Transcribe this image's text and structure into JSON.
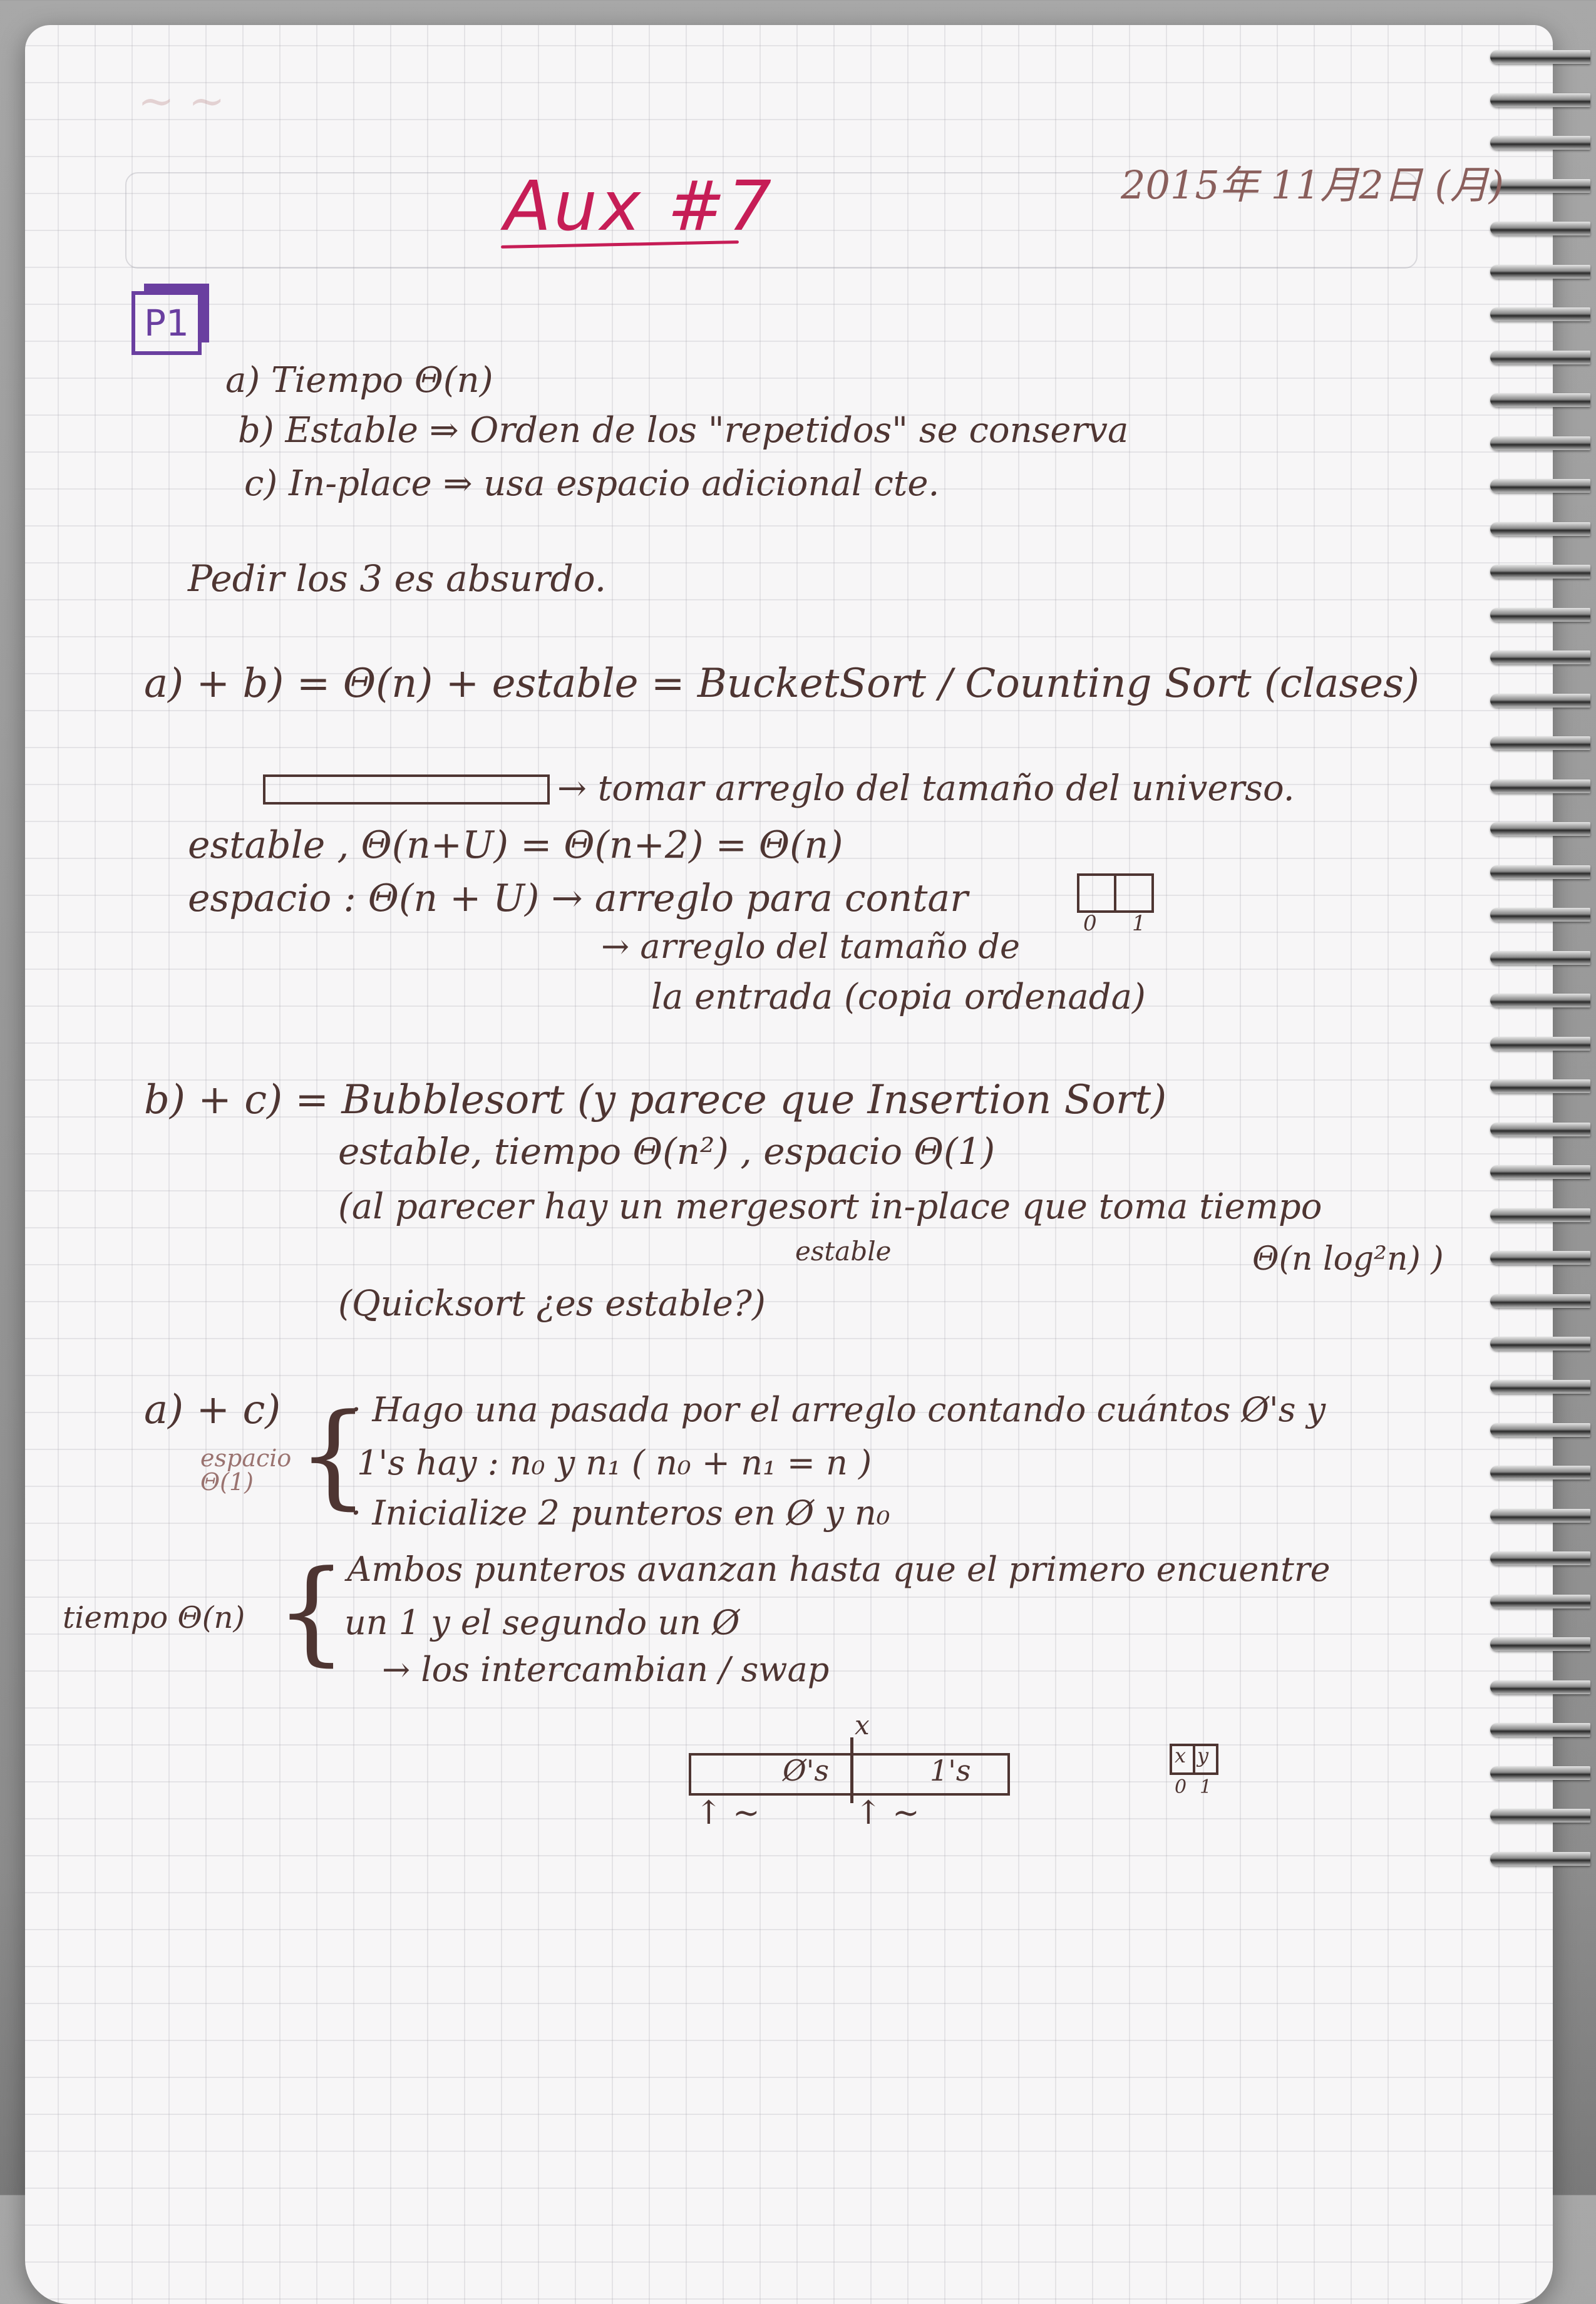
{
  "header": {
    "title": "Aux #7",
    "date": "2015年 11月2日 (月)"
  },
  "p1": {
    "label": "P1",
    "props": [
      "a) Tiempo Θ(n)",
      "b) Estable ⇒ Orden de los \"repetidos\" se conserva",
      "c) In-place ⇒ usa espacio adicional cte."
    ],
    "absurd": "Pedir los 3 es absurdo."
  },
  "ab": {
    "line": "a) + b) = Θ(n) + estable = BucketSort / Counting Sort (clases)",
    "note1": "→ tomar arreglo del tamaño del universo.",
    "estable": "estable ,  Θ(n+U) = Θ(n+2) = Θ(n)",
    "espacio": "espacio : Θ(n + U) → arreglo para contar",
    "arr2": "→ arreglo del tamaño de",
    "arr3": "la entrada (copia ordenada)",
    "box_labels": [
      "0",
      "1"
    ]
  },
  "bc": {
    "line": "b) + c) = Bubblesort (y parece que Insertion Sort)",
    "props": "estable, tiempo Θ(n²) , espacio Θ(1)",
    "merge1": "(al parecer hay un mergesort in-place que toma tiempo",
    "merge_note": "estable",
    "merge2": "Θ(n log²n) )",
    "quick": "(Quicksort ¿es estable?)"
  },
  "ac": {
    "line": "a) + c)",
    "side_space": "espacio Θ(1)",
    "side_time": "tiempo Θ(n)",
    "step1a": "· Hago una pasada por el arreglo contando cuántos Ø's y",
    "step1b": "1's hay :  n₀  y  n₁   ( n₀ + n₁ = n )",
    "step2": "· Inicialize 2 punteros en Ø y n₀",
    "step3a": "· Ambos punteros avanzan hasta que el primero encuentre",
    "step3b": "un 1 y el segundo un Ø",
    "step4": "→ los intercambian / swap",
    "diagram": {
      "x_mark": "x",
      "zeros": "Ø's",
      "ones": "1's",
      "box_cells": [
        "x",
        "y"
      ],
      "box_labels": [
        "0",
        "1"
      ]
    }
  }
}
